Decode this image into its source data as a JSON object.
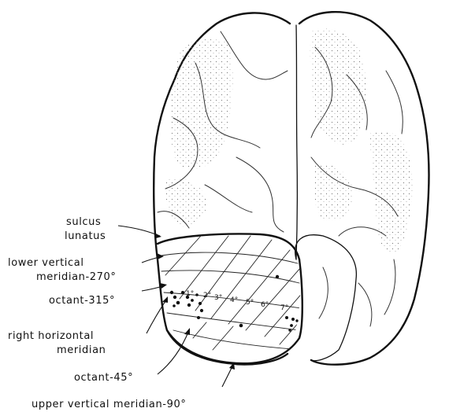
{
  "labels": {
    "sulcus_lunatus": [
      "sulcus",
      "lunatus"
    ],
    "lower_vertical_meridian": [
      "lower vertical",
      "meridian-270°"
    ],
    "octant_315": "octant-315°",
    "right_horizontal_meridian": [
      "right horizontal",
      "meridian"
    ],
    "octant_45": "octant-45°",
    "upper_vertical_meridian": "upper vertical meridian-90°"
  },
  "eccentricity_marks": [
    "1°",
    "2°",
    "3°",
    "4°",
    "5°",
    "6°",
    "7°"
  ]
}
